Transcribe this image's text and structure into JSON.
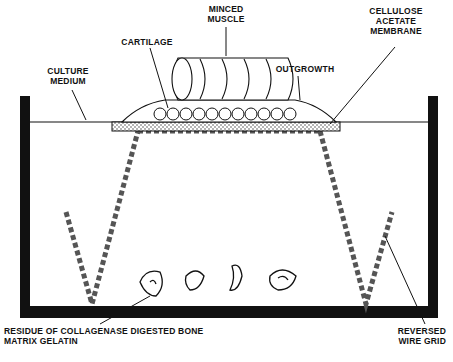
{
  "diagram": {
    "labels": [
      "MINCED MUSCLE",
      "CELLULOSE ACETATE MEMBRANE",
      "CARTILAGE",
      "CULTURE MEDIUM",
      "OUTGROWTH",
      "RESIDUE OF COLLAGENASE DIGESTED BONE MATRIX GELATIN",
      "REVERSED WIRE GRID"
    ]
  }
}
